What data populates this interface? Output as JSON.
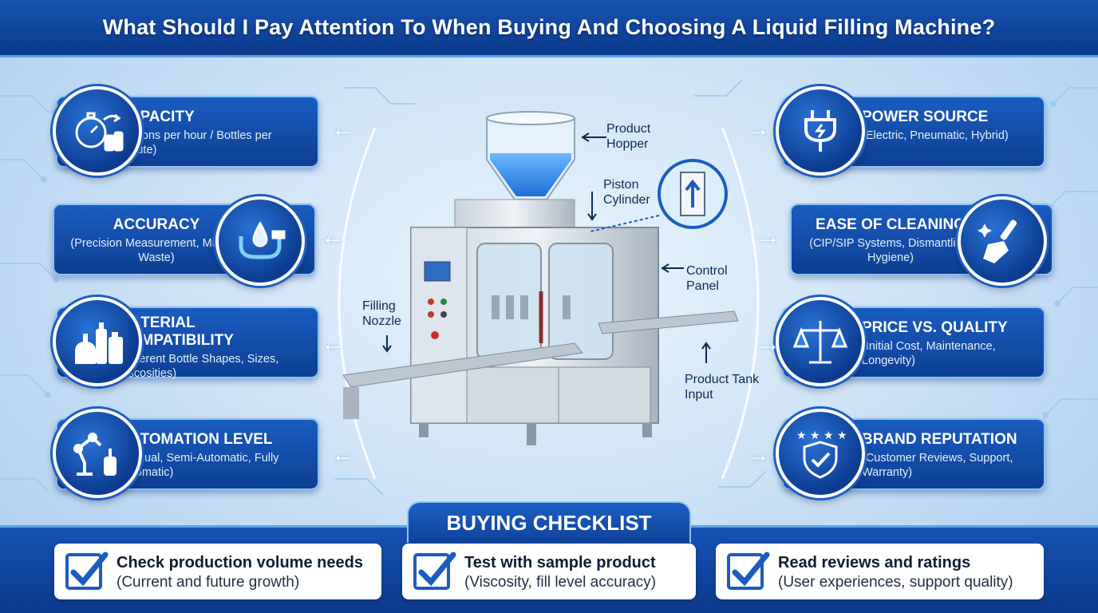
{
  "header": {
    "title": "What Should I Pay Attention To When Buying And Choosing A Liquid Filling Machine?"
  },
  "factors_left": [
    {
      "title": "CAPACITY",
      "subtitle": "(Callons per hour / Bottles per minute)",
      "icon": "stopwatch-bottles-icon"
    },
    {
      "title": "ACCURACY",
      "subtitle": "(Precision Measurement, Minimal Waste)",
      "icon": "caliper-drop-icon"
    },
    {
      "title": "MATERIAL COMPATIBILITY",
      "subtitle": "(Different Bottle Shapes, Sizes, Viscosities)",
      "icon": "containers-icon"
    },
    {
      "title": "AUTOMATION LEVEL",
      "subtitle": "(Manual, Semi-Automatic, Fully Automatic)",
      "icon": "robot-arm-icon"
    }
  ],
  "factors_right": [
    {
      "title": "POWER SOURCE",
      "subtitle": "(Electric, Pneumatic, Hybrid)",
      "icon": "plug-icon"
    },
    {
      "title": "EASE OF CLEANING",
      "subtitle": "(CIP/SIP Systems, Dismantling, Hygiene)",
      "icon": "brush-icon"
    },
    {
      "title": "PRICE VS. QUALITY",
      "subtitle": "(Initial Cost, Maintenance, Longevity)",
      "icon": "scale-icon"
    },
    {
      "title": "BRAND REPUTATION",
      "subtitle": "(Customer Reviews, Support, Warranty)",
      "icon": "shield-stars-icon"
    }
  ],
  "machine_labels": {
    "hopper": "Product Hopper",
    "piston": "Piston Cylinder",
    "control": "Control Panel",
    "nozzle": "Filling Nozzle",
    "tank": "Product Tank Input"
  },
  "checklist": {
    "title": "BUYING CHECKLIST",
    "items": [
      {
        "main": "Check production volume needs",
        "sub": "(Current and future growth)"
      },
      {
        "main": "Test with sample product",
        "sub": "(Viscosity, fill level accuracy)"
      },
      {
        "main": "Read reviews and ratings",
        "sub": "(User experiences, support quality)"
      }
    ]
  },
  "colors": {
    "primary": "#0d3f93",
    "accent": "#1a5cc0",
    "border": "#8ec2f2",
    "background": "#cfe4f7"
  }
}
